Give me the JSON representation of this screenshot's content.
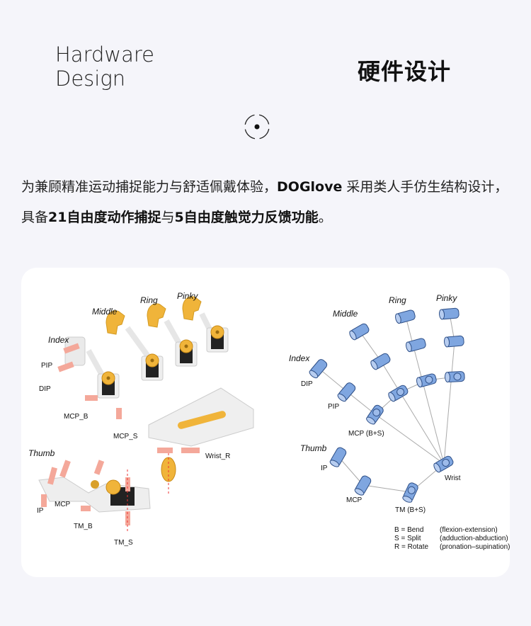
{
  "header": {
    "title_en_line1": "Hardware",
    "title_en_line2": "Design",
    "title_cn": "硬件设计"
  },
  "intro": {
    "part1": "为兼顾精准运动捕捉能力与舒适佩戴体验，",
    "brand": "DOGlove",
    "part2": " 采用类人手仿生结构设计，具备",
    "bold1": "21自由度动作捕捉",
    "part3": "与",
    "bold2": "5自由度触觉力反馈功能",
    "part4": "。"
  },
  "hardware_figure": {
    "fingers": {
      "index": "Index",
      "middle": "Middle",
      "ring": "Ring",
      "pinky": "Pinky",
      "thumb": "Thumb"
    },
    "joints": {
      "pip": "PIP",
      "dip": "DIP",
      "mcp_b": "MCP_B",
      "mcp_s": "MCP_S",
      "ip": "IP",
      "mcp": "MCP",
      "tm_b": "TM_B",
      "tm_s": "TM_S",
      "wrist_r": "Wrist_R"
    }
  },
  "kinematic_figure": {
    "fingers": {
      "index": "Index",
      "middle": "Middle",
      "ring": "Ring",
      "pinky": "Pinky",
      "thumb": "Thumb"
    },
    "joints": {
      "dip": "DIP",
      "pip": "PIP",
      "mcp_bs": "MCP (B+S)",
      "ip": "IP",
      "mcp": "MCP",
      "tm_bs": "TM (B+S)",
      "wrist": "Wrist"
    },
    "legend": [
      {
        "key": "B = Bend",
        "desc": "(flexion-extension)"
      },
      {
        "key": "S = Split",
        "desc": "(adduction-abduction)"
      },
      {
        "key": "R = Rotate",
        "desc": "(pronation–supination)"
      }
    ]
  },
  "colors": {
    "joint_blue": "#7fa6e0",
    "servo_orange": "#f0b43a",
    "axis_pink": "#f4a89a",
    "background": "#f5f5fa"
  }
}
